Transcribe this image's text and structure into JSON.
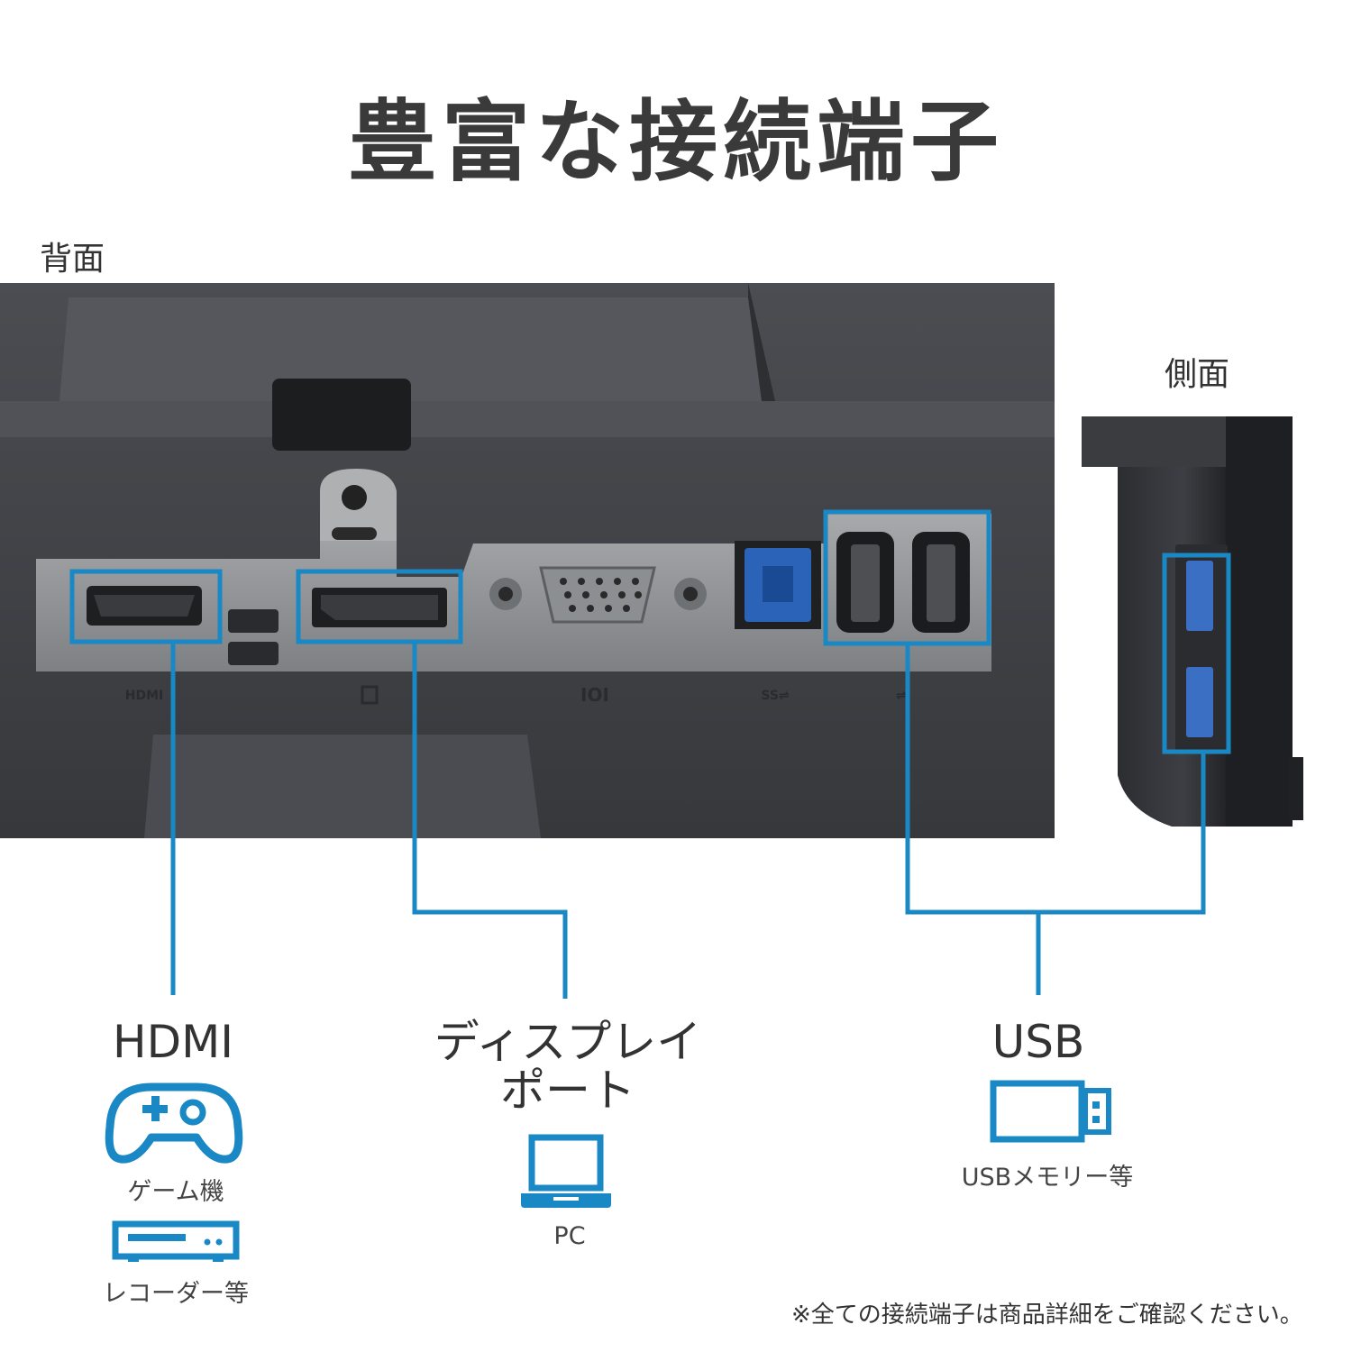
{
  "title": "豊富な接続端子",
  "sections": {
    "back": "背面",
    "side": "側面"
  },
  "panel_markings": {
    "hdmi": "HDMI",
    "vga": "IOI",
    "usb_ss": "SS⇌",
    "usb": "⇌"
  },
  "ports": {
    "hdmi": {
      "label": "HDMI",
      "devices": [
        {
          "label": "ゲーム機",
          "icon": "gamepad-icon"
        },
        {
          "label": "レコーダー等",
          "icon": "recorder-icon"
        }
      ]
    },
    "displayport": {
      "label_line1": "ディスプレイ",
      "label_line2": "ポート",
      "devices": [
        {
          "label": "PC",
          "icon": "laptop-icon"
        }
      ]
    },
    "usb": {
      "label": "USB",
      "devices": [
        {
          "label": "USBメモリー等",
          "icon": "usb-stick-icon"
        }
      ]
    }
  },
  "footnote": "※全ての接続端子は商品詳細をご確認ください。",
  "colors": {
    "accent": "#1a88c4",
    "panel_dark": "#3e4046",
    "panel_metal": "#8e9194",
    "text": "#333333"
  }
}
